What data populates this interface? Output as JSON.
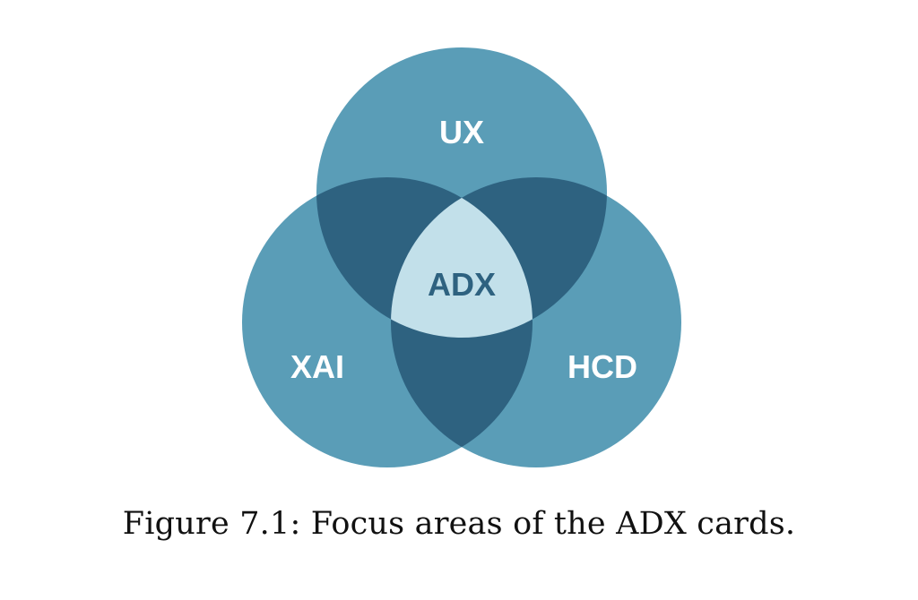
{
  "diagram": {
    "type": "venn",
    "colors": {
      "circle": "#5a9db7",
      "pair_overlap": "#2e6280",
      "center": "#c2e0ea",
      "label_outer": "#ffffff",
      "label_center": "#2e6280"
    },
    "sets": [
      {
        "key": "top",
        "label": "UX"
      },
      {
        "key": "left",
        "label": "XAI"
      },
      {
        "key": "right",
        "label": "HCD"
      }
    ],
    "center_label": "ADX"
  },
  "caption": "Figure 7.1: Focus areas of the ADX cards."
}
